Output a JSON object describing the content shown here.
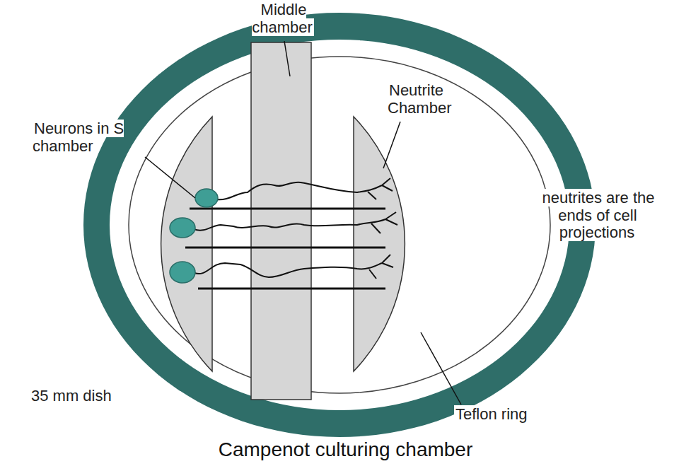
{
  "diagram": {
    "caption": "Campenot culturing chamber",
    "labels": [
      "Middle chamber",
      "Neutrite Chamber",
      "Neurons in S chamber",
      "neutrites are the ends of cell projections",
      "35 mm dish",
      "Teflon ring"
    ]
  }
}
